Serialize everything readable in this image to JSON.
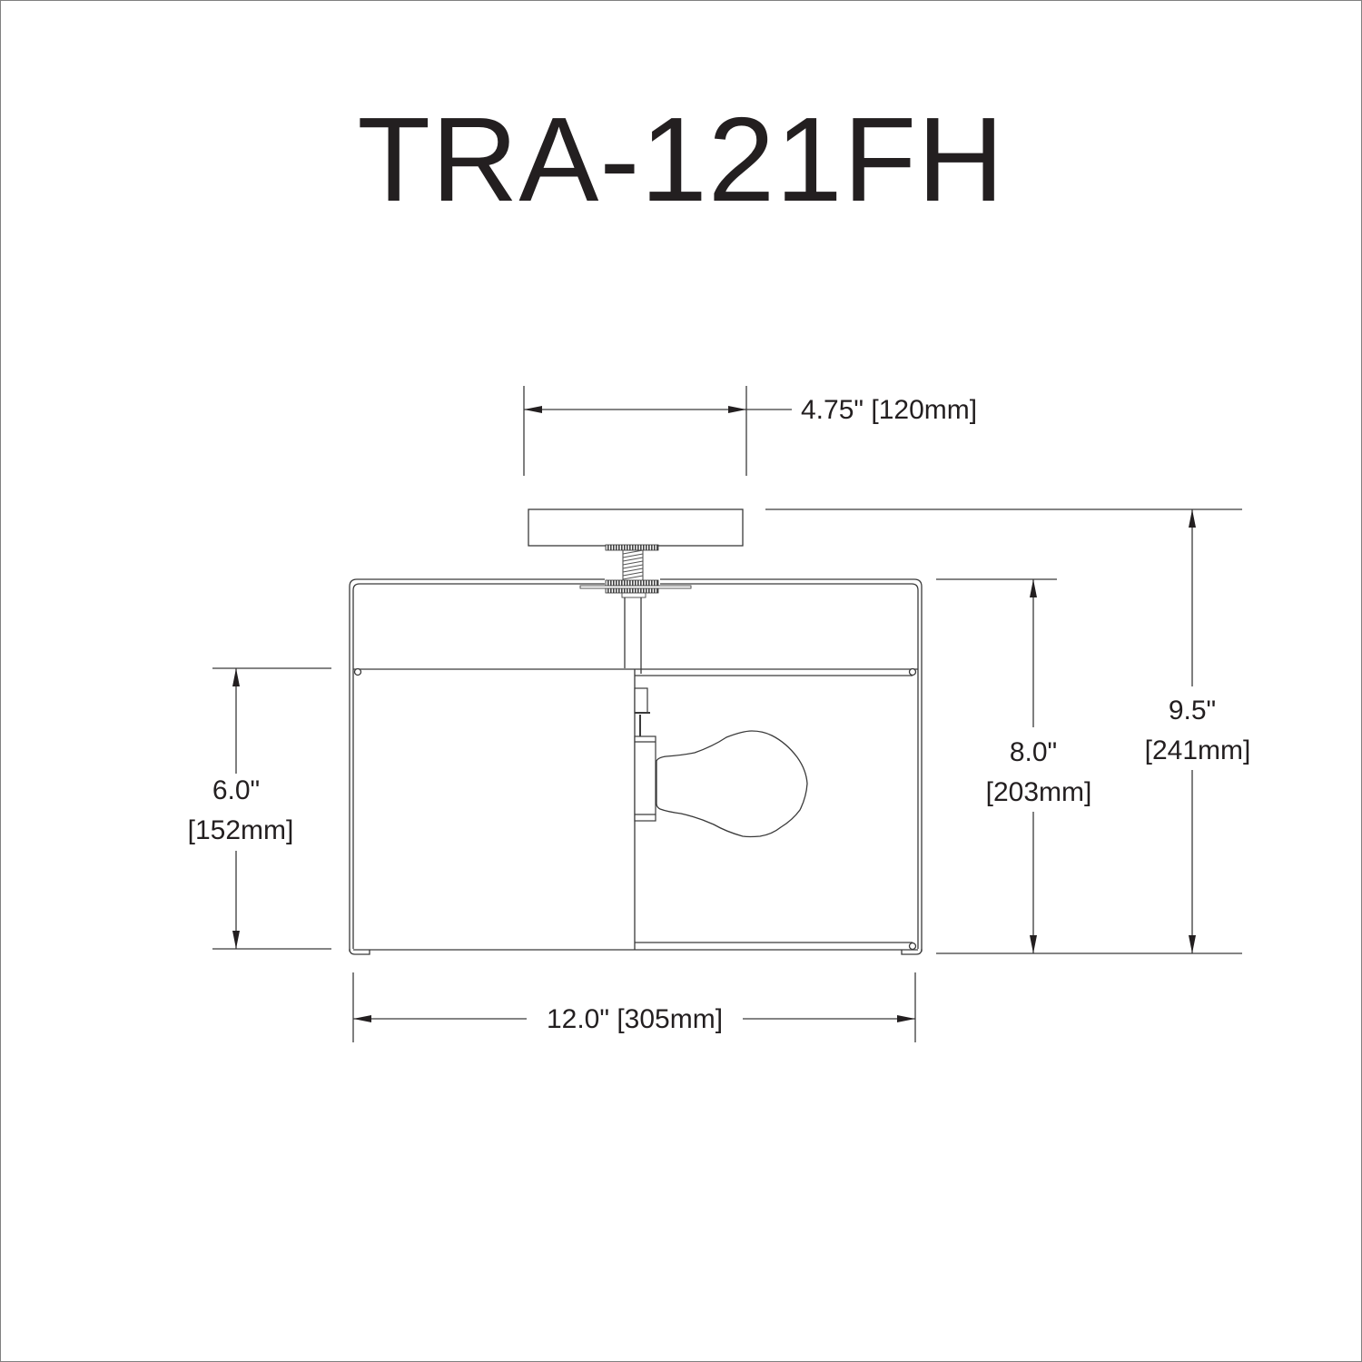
{
  "title": "TRA-121FH",
  "colors": {
    "ink": "#231f20",
    "line": "#3a3a3a",
    "border": "#808080",
    "background": "#ffffff"
  },
  "dimensions": {
    "canopy_width": {
      "inches": "4.75\"",
      "mm": "[120mm]",
      "label": "4.75\" [120mm]"
    },
    "overall_width": {
      "inches": "12.0\"",
      "mm": "[305mm]",
      "label": "12.0\" [305mm]"
    },
    "shade_height": {
      "inches": "6.0\"",
      "mm": "[152mm]"
    },
    "body_height": {
      "inches": "8.0\"",
      "mm": "[203mm]"
    },
    "overall_height": {
      "inches": "9.5\"",
      "mm": "[241mm]"
    }
  },
  "components": [
    "canopy",
    "threaded-rod",
    "nuts",
    "frame",
    "shade",
    "socket",
    "bulb"
  ]
}
